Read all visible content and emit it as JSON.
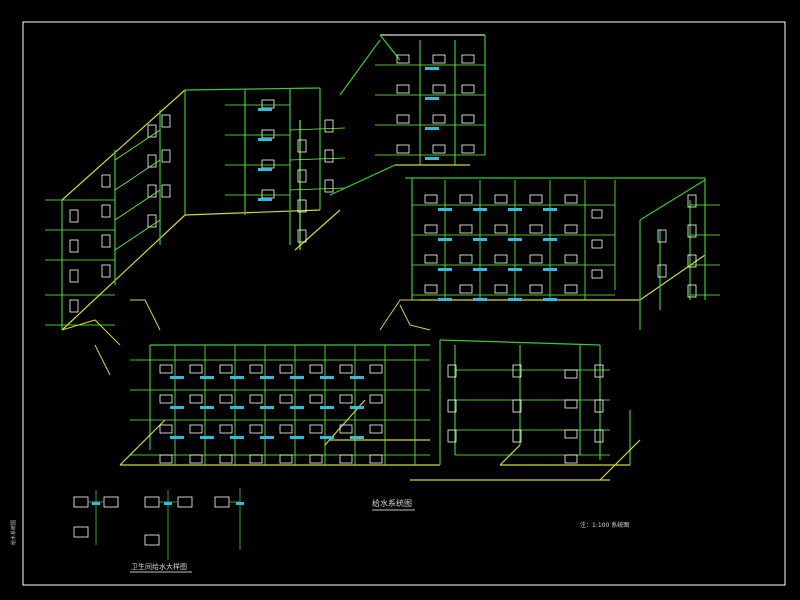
{
  "drawing": {
    "title": "给水系统图",
    "scale_note": "注：1:100 系统图",
    "legend_title": "卫生间给水大样图",
    "side_note": "给水系统图",
    "colors": {
      "background": "#000000",
      "frame": "#ffffff",
      "main_pipe": "#33cc33",
      "branch_pipe": "#66ff33",
      "riser": "#33aa22",
      "floor_line": "#d6d62a",
      "fixture": "#ffffff",
      "valve": "#33bbdd",
      "label": "#cfcfcf"
    },
    "legend_icons": [
      "fixture-detail-a",
      "fixture-detail-b",
      "fixture-detail-c"
    ]
  }
}
